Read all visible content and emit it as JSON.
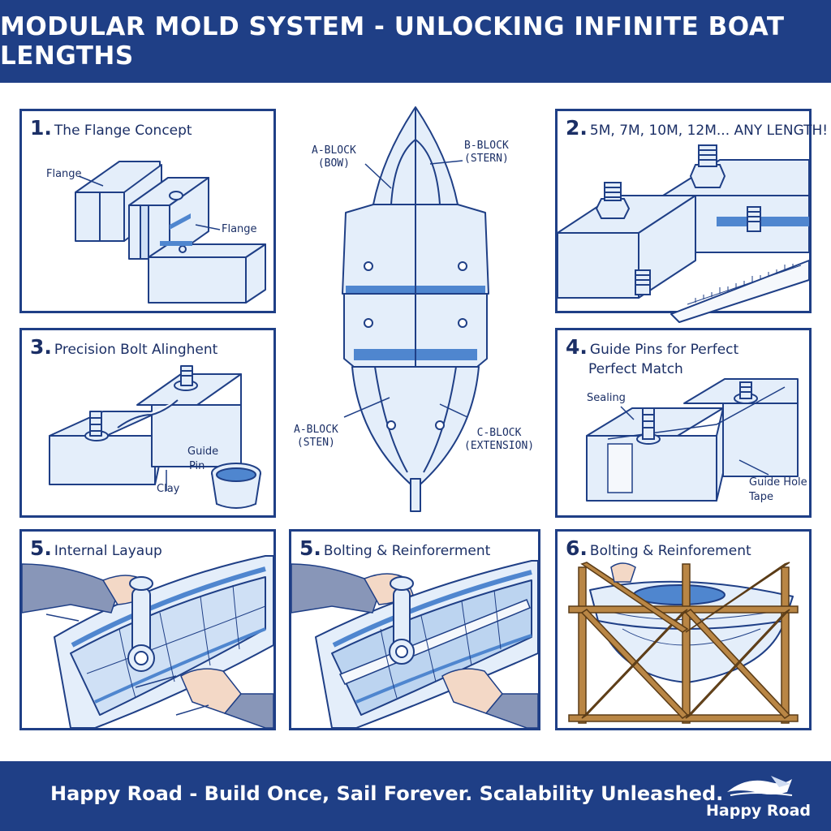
{
  "header": {
    "title": "MODULAR MOLD SYSTEM - UNLOCKING INFINITE BOAT LENGTHS"
  },
  "panels": {
    "p1": {
      "num": "1.",
      "title": "The Flange Concept",
      "labels": {
        "flange_left": "Flange",
        "flange_right": "Flange"
      }
    },
    "p2": {
      "num": "2.",
      "title": "5M, 7M, 10M, 12M... ANY LENGTH!"
    },
    "p3": {
      "num": "3.",
      "title": "Precision Bolt Alinghent",
      "labels": {
        "guide": "Guide",
        "pin": "Pin",
        "clay": "Clay"
      }
    },
    "p4": {
      "num": "4.",
      "title": "Guide Pins for Perfect",
      "title_line2": "Perfect Match",
      "labels": {
        "sealing": "Sealing",
        "guide_hole": "Guide Hole",
        "tape": "Tape"
      }
    },
    "p5a": {
      "num": "5.",
      "title": "Internal Layaup"
    },
    "p5b": {
      "num": "5.",
      "title": "Bolting & Reinforerment"
    },
    "p6": {
      "num": "6.",
      "title": "Bolting & Reinforement"
    }
  },
  "hull": {
    "a_block_bow": "A-BLOCK\n(BOW)",
    "b_block_stern": "B-BLOCK\n(STERN)",
    "a_block_sten": "A-BLOCK\n(STEN)",
    "c_block_extension": "C-BLOCK\n(EXTENSION)"
  },
  "footer": {
    "tagline": "Happy Road - Build Once, Sail Forever. Scalability Unleashed.",
    "brand": "Happy Road"
  },
  "colors": {
    "navy": "#1f3f86",
    "block_fill": "#e4eefa",
    "accent_blue": "#4f86cf",
    "bamboo": "#b98645"
  }
}
